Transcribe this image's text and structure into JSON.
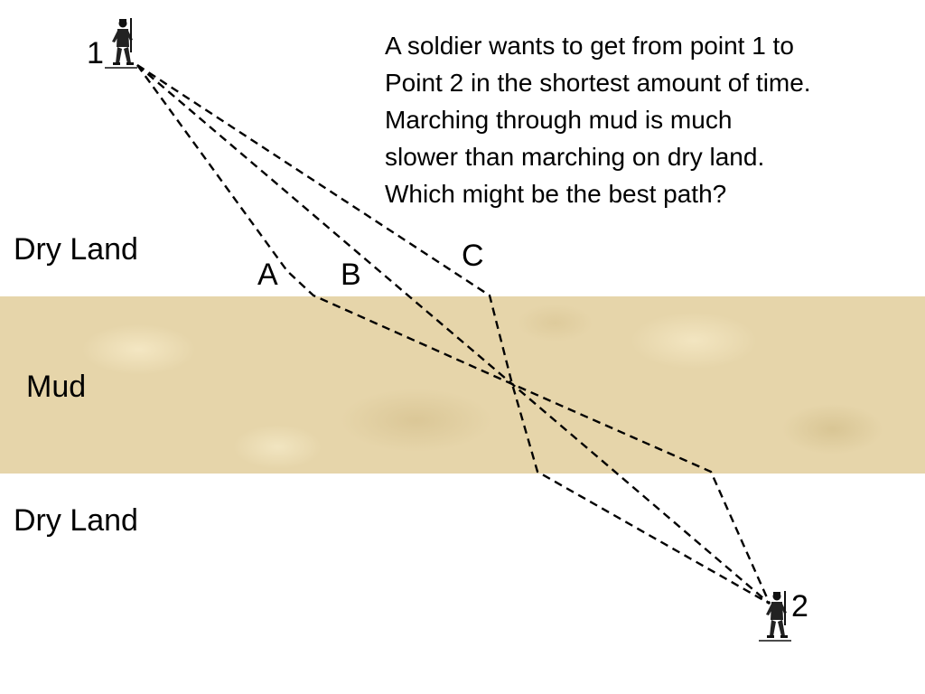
{
  "question": {
    "lines": [
      "A soldier wants to get from point 1 to",
      "Point 2 in the shortest amount of time.",
      "Marching through mud is much",
      "slower than marching on dry land.",
      "Which might be the best path?"
    ]
  },
  "regions": {
    "dry_land_top": "Dry Land",
    "mud": "Mud",
    "dry_land_bottom": "Dry Land"
  },
  "points": {
    "start": "1",
    "end": "2"
  },
  "paths": {
    "a": "A",
    "b": "B",
    "c": "C"
  },
  "colors": {
    "mud": "#e6d5aa",
    "line": "#000000"
  },
  "icons": {
    "soldier": "soldier-icon"
  }
}
